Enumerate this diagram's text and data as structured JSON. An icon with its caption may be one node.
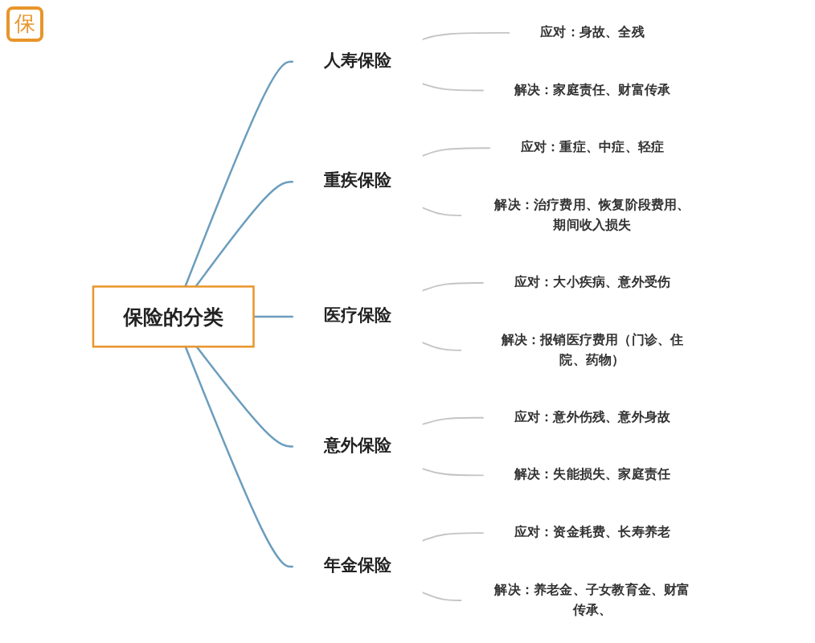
{
  "diagram": {
    "nodes": [
      {
        "text": [
          "保险的分类"
        ]
      },
      {
        "text": [
          "人寿保险"
        ]
      },
      {
        "text": [
          "应对：身故、全残"
        ]
      },
      {
        "text": [
          "解决：家庭责任、财富传承"
        ]
      },
      {
        "text": [
          "重疾保险"
        ]
      },
      {
        "text": [
          "应对：重症、中症、轻症"
        ]
      },
      {
        "text": [
          "解决：治疗费用、恢复阶段费用、期间收入损失"
        ]
      },
      {
        "text": [
          "医疗保险"
        ]
      },
      {
        "text": [
          "应对：大小疾病、意外受伤"
        ]
      },
      {
        "text": [
          "解决：报销医疗费用（门诊、住院、药物）"
        ]
      },
      {
        "text": [
          "意外保险"
        ]
      },
      {
        "text": [
          "应对：意外伤残、意外身故"
        ]
      },
      {
        "text": [
          "解决：失能损失、家庭责任"
        ]
      },
      {
        "text": [
          "年金保险"
        ]
      },
      {
        "text": [
          "应对：资金耗费、长寿养老"
        ]
      },
      {
        "text": [
          "解决：养老金、子女教育金、财富传承、"
        ]
      }
    ],
    "edges": [
      {
        "from": 0,
        "to": 1,
        "arrow": "none",
        "color": "#6b9dbd"
      },
      {
        "from": 1,
        "to": 2,
        "arrow": "none"
      },
      {
        "from": 1,
        "to": 3,
        "arrow": "none"
      },
      {
        "from": 0,
        "to": 4,
        "arrow": "none",
        "color": "#6b9dbd"
      },
      {
        "from": 4,
        "to": 5,
        "arrow": "none"
      },
      {
        "from": 4,
        "to": 6,
        "arrow": "none"
      },
      {
        "from": 0,
        "to": 7,
        "arrow": "none",
        "color": "#6b9dbd"
      },
      {
        "from": 7,
        "to": 8,
        "arrow": "none"
      },
      {
        "from": 7,
        "to": 9,
        "arrow": "none"
      },
      {
        "from": 0,
        "to": 10,
        "arrow": "none",
        "color": "#6b9dbd"
      },
      {
        "from": 10,
        "to": 11,
        "arrow": "none"
      },
      {
        "from": 10,
        "to": 12,
        "arrow": "none"
      },
      {
        "from": 0,
        "to": 13,
        "arrow": "none",
        "color": "#6b9dbd"
      },
      {
        "from": 13,
        "to": 14,
        "arrow": "none"
      },
      {
        "from": 13,
        "to": 15,
        "arrow": "none"
      }
    ],
    "labels": [
      "保"
    ]
  }
}
